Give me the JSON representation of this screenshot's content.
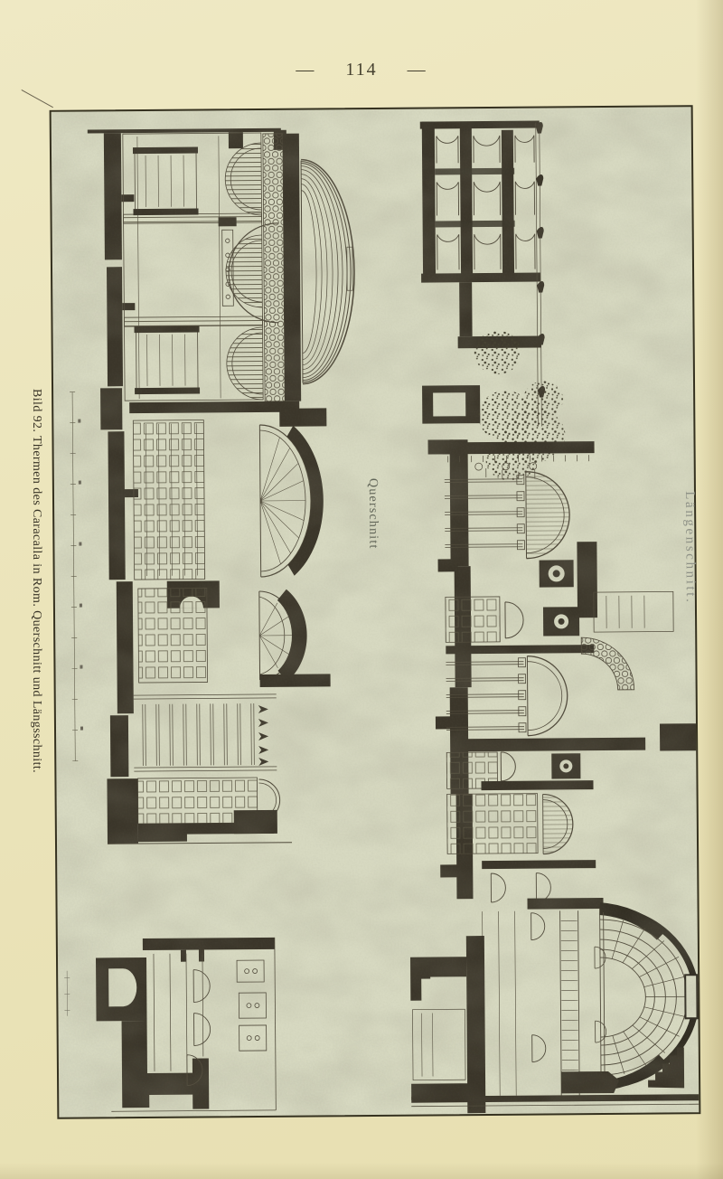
{
  "page": {
    "number_display": "— 114 —"
  },
  "figure": {
    "caption": "Bild 92. Thermen des Caracalla in Rom. Querschnitt und Längsschnitt.",
    "labels": {
      "querschnitt": "Querschnitt",
      "laengenschnitt": "Längenschnitt."
    }
  },
  "colors": {
    "page-bg": "#ebe4ba",
    "plate-bg": "#d7d9c1",
    "ink": "#3b362a",
    "label-faded": "#8f9287",
    "gutter": "#d6c896"
  }
}
